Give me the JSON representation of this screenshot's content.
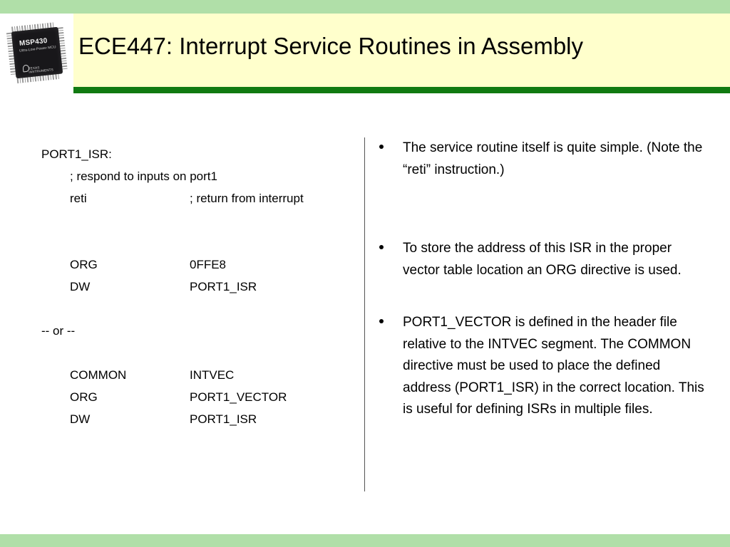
{
  "slide": {
    "title": "ECE447: Interrupt Service Routines in Assembly",
    "logo": {
      "icon": "msp430-chip-icon",
      "part_name": "MSP430",
      "tagline": "Ultra-Low-Power MCU",
      "vendor_line_1": "TEXAS",
      "vendor_line_2": "INSTRUMENTS"
    }
  },
  "colors": {
    "band_green": "#b0dfa8",
    "rule_green": "#117a11",
    "header_cream": "#ffffcc",
    "text_black": "#000000",
    "divider_gray": "#555555"
  },
  "code": {
    "lines": [
      {
        "indent": false,
        "col1": "PORT1_ISR:",
        "col2": ""
      },
      {
        "indent": true,
        "col1": "; respond to inputs on port1",
        "col2": ""
      },
      {
        "indent": true,
        "col1": "reti",
        "col2": "; return from interrupt"
      },
      {
        "indent": true,
        "col1": "",
        "col2": ""
      },
      {
        "indent": true,
        "col1": "",
        "col2": ""
      },
      {
        "indent": true,
        "col1": "ORG",
        "col2": "0FFE8"
      },
      {
        "indent": true,
        "col1": "DW",
        "col2": "PORT1_ISR"
      },
      {
        "indent": true,
        "col1": "",
        "col2": ""
      },
      {
        "indent": false,
        "col1": "-- or --",
        "col2": ""
      },
      {
        "indent": true,
        "col1": "",
        "col2": ""
      },
      {
        "indent": true,
        "col1": "COMMON",
        "col2": "INTVEC"
      },
      {
        "indent": true,
        "col1": "ORG",
        "col2": "PORT1_VECTOR"
      },
      {
        "indent": true,
        "col1": "DW",
        "col2": "PORT1_ISR"
      }
    ]
  },
  "bullets": [
    "The service routine itself is quite simple. (Note the “reti” instruction.)",
    "To store the address of this ISR in the proper vector table location an ORG directive is used.",
    "PORT1_VECTOR is defined in the header file relative to the INTVEC segment.  The COMMON directive must be used to place the defined address (PORT1_ISR) in the correct location. This is useful for defining ISRs in multiple files."
  ]
}
